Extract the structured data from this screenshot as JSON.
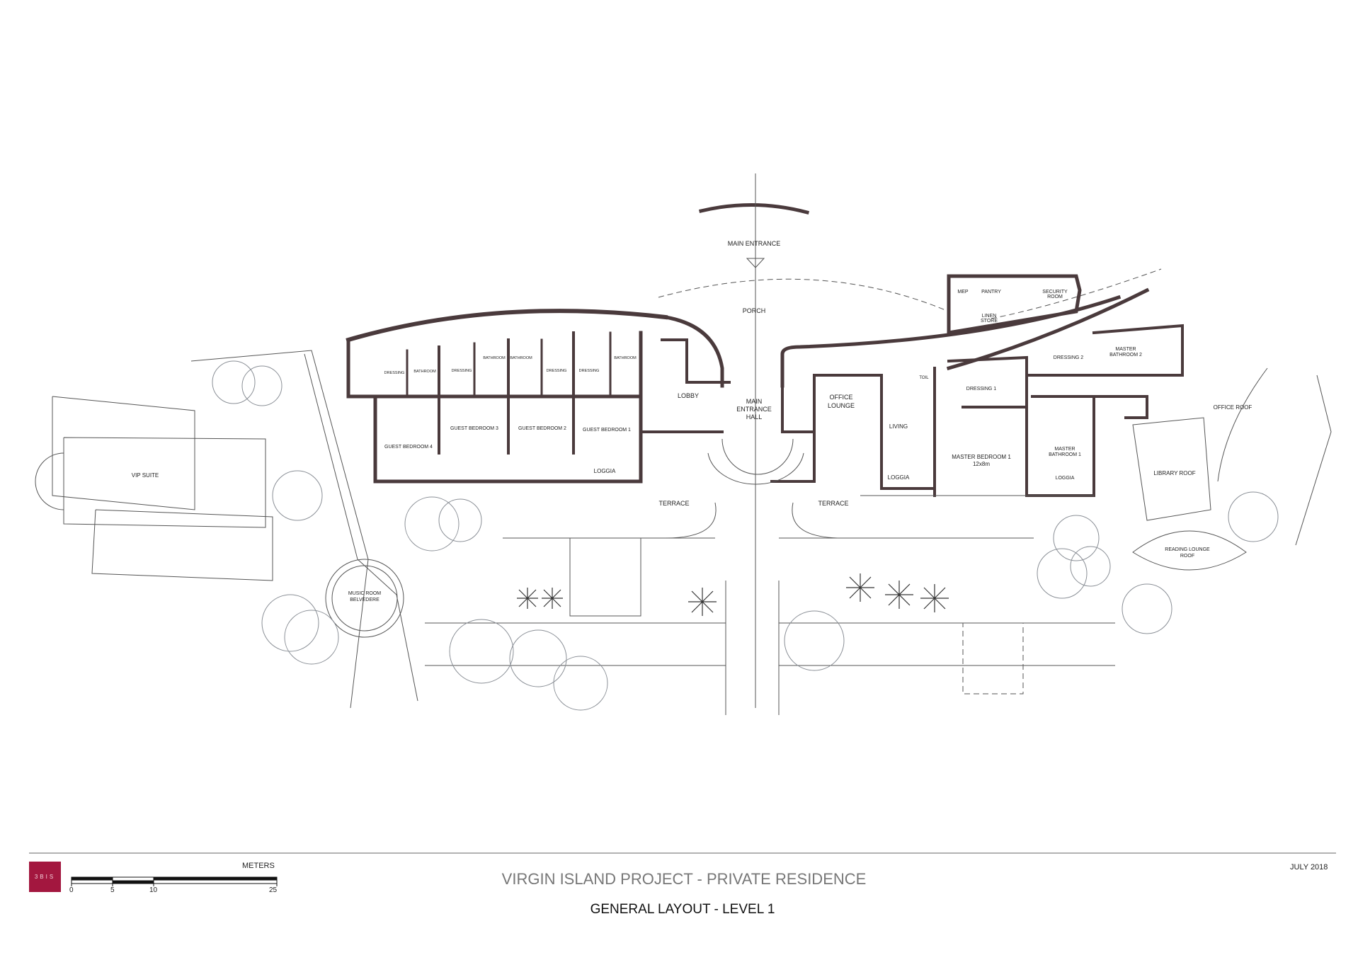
{
  "plan": {
    "labels": {
      "main_entrance": "MAIN ENTRANCE",
      "porch": "PORCH",
      "lobby": "LOBBY",
      "main_entrance_hall": [
        "MAIN",
        "ENTRANCE",
        "HALL"
      ],
      "office_lounge": [
        "OFFICE",
        "LOUNGE"
      ],
      "living": "LIVING",
      "loggia_living": "LOGGIA",
      "master_bedroom_1": "MASTER BEDROOM 1",
      "master_bedroom_1_size": "12x8m",
      "master_bathroom_1": [
        "MASTER",
        "BATHROOM 1"
      ],
      "loggia_master": "LOGGIA",
      "dressing_1": "DRESSING 1",
      "toil": "TOIL",
      "mep": "MEP",
      "pantry": "PANTRY",
      "security_room": [
        "SECURITY",
        "ROOM"
      ],
      "linen_store": [
        "LINEN",
        "STORE"
      ],
      "dressing_2": "DRESSING 2",
      "master_bathroom_2": [
        "MASTER",
        "BATHROOM 2"
      ],
      "office_roof": "OFFICE ROOF",
      "library_roof": "LIBRARY ROOF",
      "reading_lounge_roof": [
        "READING LOUNGE",
        "ROOF"
      ],
      "terrace_west": "TERRACE",
      "terrace_east": "TERRACE",
      "guest_bedroom_4": "GUEST BEDROOM 4",
      "guest_bedroom_3": "GUEST BEDROOM 3",
      "guest_bedroom_2": "GUEST BEDROOM 2",
      "guest_bedroom_1": "GUEST BEDROOM 1",
      "loggia_guest": "LOGGIA",
      "small": [
        "DRESSING",
        "BATHROOM",
        "DRESSING",
        "BATHROOM",
        "BATHROOM",
        "DRESSING",
        "DRESSING",
        "BATHROOM"
      ],
      "vip_suite": "VIP SUITE",
      "music_room": [
        "MUSIC ROOM",
        "BELVEDERE"
      ]
    }
  },
  "footer": {
    "logo": "3BIS",
    "scale_unit": "METERS",
    "scale_ticks": [
      "0",
      "5",
      "10",
      "25"
    ],
    "project_title": "VIRGIN ISLAND PROJECT - PRIVATE RESIDENCE",
    "sheet_title": "GENERAL LAYOUT - LEVEL 1",
    "date": "JULY 2018",
    "accent": "#a3173f"
  }
}
